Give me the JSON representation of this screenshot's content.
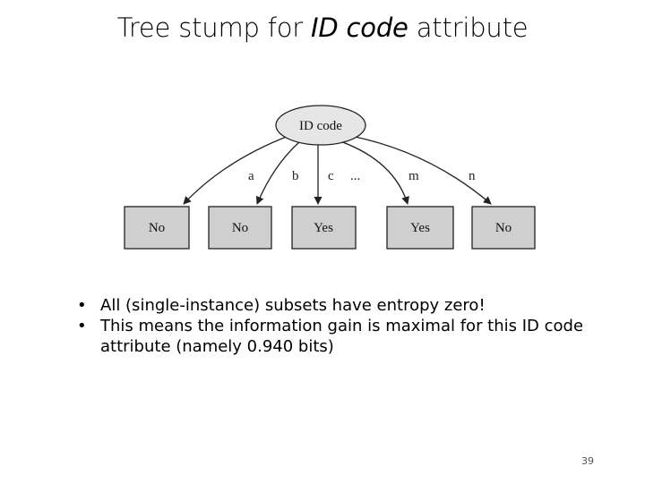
{
  "slide": {
    "title_prefix": "Tree stump for ",
    "title_italic": "ID code",
    "title_suffix": " attribute",
    "page_number": "39"
  },
  "diagram": {
    "root": {
      "label": "ID code"
    },
    "branches": [
      {
        "edge_label": "a",
        "leaf": "No"
      },
      {
        "edge_label": "b",
        "leaf": "No"
      },
      {
        "edge_label": "c",
        "leaf": "Yes"
      },
      {
        "edge_label": "m",
        "leaf": "Yes"
      },
      {
        "edge_label": "n",
        "leaf": "No"
      }
    ],
    "ellipsis": "...",
    "colors": {
      "node_fill": "#e6e6e6",
      "leaf_fill": "#cfcfcf",
      "stroke": "#222222"
    }
  },
  "bullets": [
    "All (single-instance) subsets have entropy zero!",
    "This means the information gain is maximal for this ID code attribute (namely 0.940 bits)"
  ]
}
